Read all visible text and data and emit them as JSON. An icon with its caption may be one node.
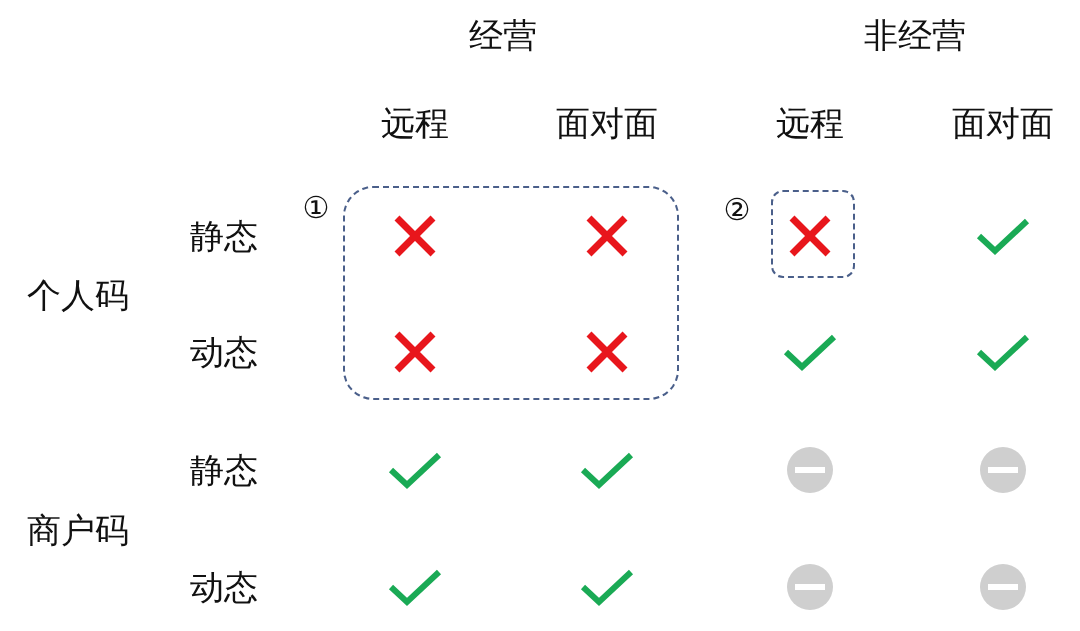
{
  "diagram": {
    "nodes": [
      {
        "text": [],
        "shape": "box",
        "beside": [
          "①"
        ]
      },
      {
        "text": [],
        "shape": "box",
        "beside": [
          "②"
        ]
      }
    ],
    "labels": [
      "经营",
      "非经营",
      "远程",
      "面对面",
      "远程",
      "面对面",
      "静态",
      "个人码",
      "动态",
      "静态",
      "商户码",
      "动态"
    ]
  }
}
